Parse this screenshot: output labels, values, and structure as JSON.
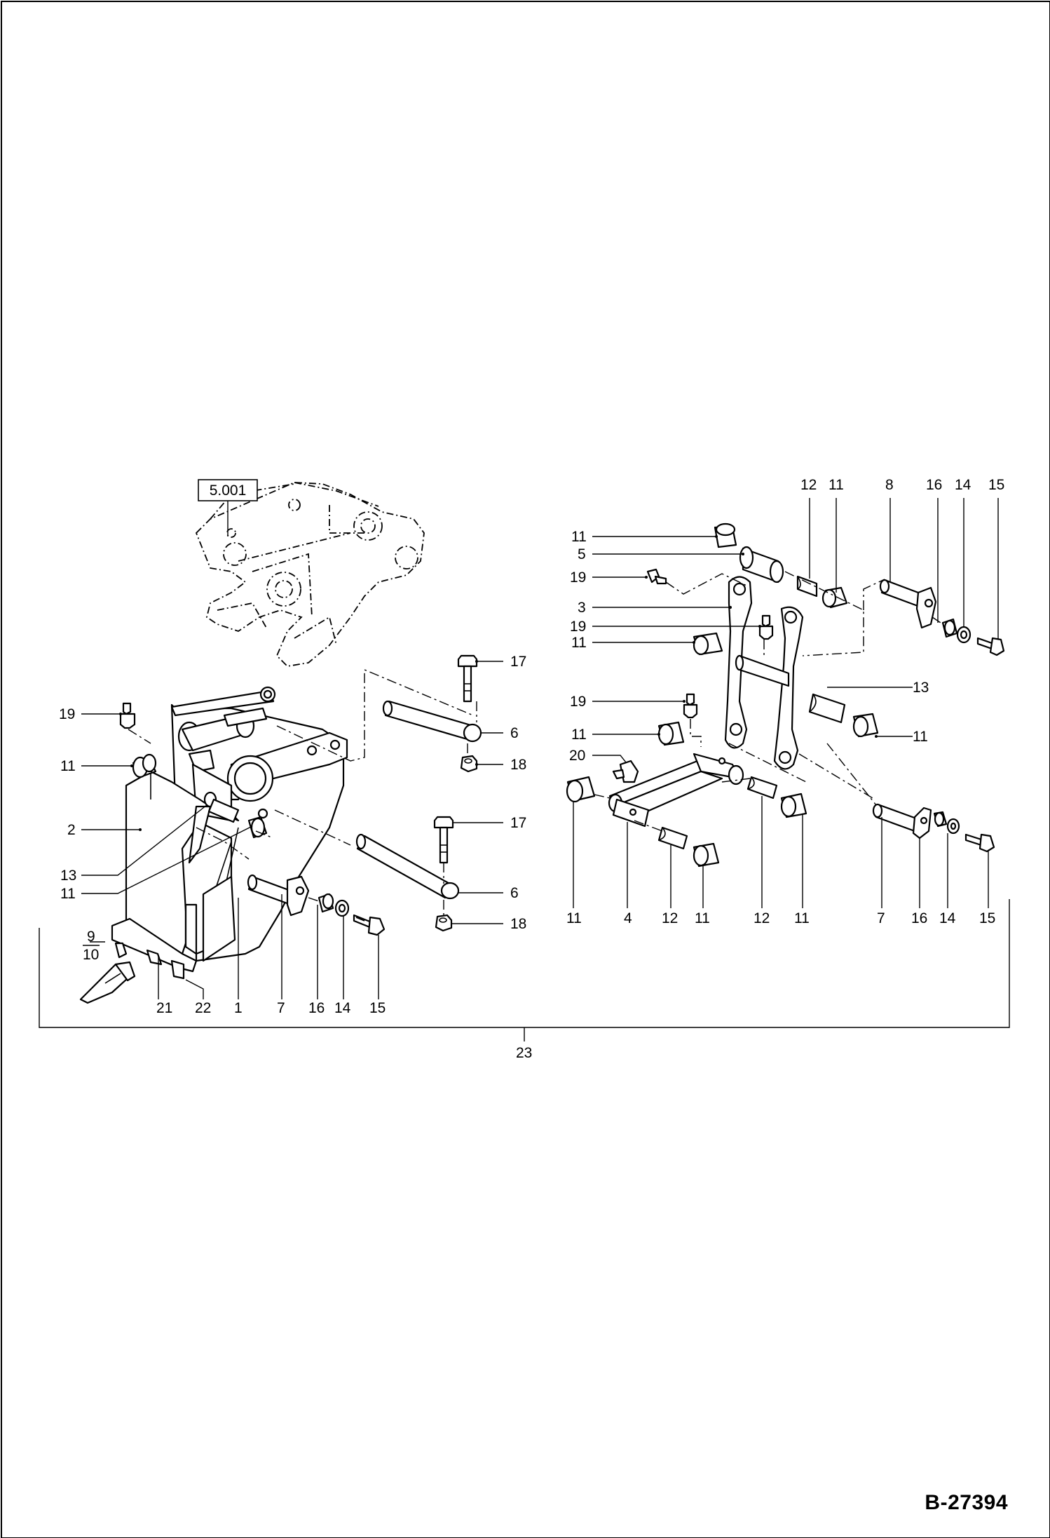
{
  "reference_box": {
    "label": "5.001"
  },
  "drawing_number": "B-27394",
  "part_labels": {
    "l_19": "19",
    "l_11a": "11",
    "l_2": "2",
    "l_13": "13",
    "l_11b": "11",
    "l_9": "9",
    "l_10": "10",
    "l_21": "21",
    "l_22": "22",
    "l_1": "1",
    "l_7a": "7",
    "l_16a": "16",
    "l_14a": "14",
    "l_15a": "15",
    "l_17a": "17",
    "l_6a": "6",
    "l_18a": "18",
    "l_17b": "17",
    "l_6b": "6",
    "l_18b": "18",
    "r_12top": "12",
    "r_11top": "11",
    "r_8": "8",
    "r_16top": "16",
    "r_14top": "14",
    "r_15top": "15",
    "r_11a": "11",
    "r_5": "5",
    "r_19a": "19",
    "r_3": "3",
    "r_19b": "19",
    "r_11b": "11",
    "r_13": "13",
    "r_19c": "19",
    "r_11c": "11",
    "r_11d": "11",
    "r_20": "20",
    "r_11e": "11",
    "r_4": "4",
    "r_12a": "12",
    "r_11f": "11",
    "r_12b": "12",
    "r_11g": "11",
    "r_7": "7",
    "r_16": "16",
    "r_14": "14",
    "r_15": "15",
    "assembly": "23"
  }
}
